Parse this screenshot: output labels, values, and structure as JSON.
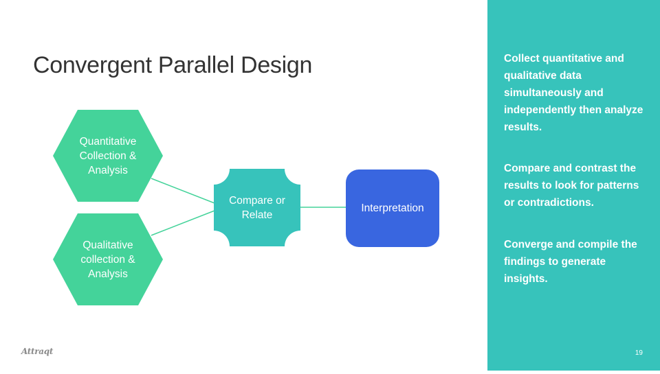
{
  "title": "Convergent Parallel Design",
  "diagram": {
    "nodes": {
      "quantitative": "Quantitative Collection & Analysis",
      "qualitative": "Qualitative collection & Analysis",
      "compare": "Compare or Relate",
      "interpretation": "Interpretation"
    },
    "colors": {
      "hexagon": "#44d39a",
      "compare": "#37c3bb",
      "interpretation": "#3966e0",
      "connector": "#44d39a"
    }
  },
  "side_panel": {
    "paragraphs": [
      "Collect quantitative and qualitative data simultaneously and independently then analyze results.",
      "Compare and contrast the results to look for patterns or contradictions.",
      "Converge and compile the findings to generate insights."
    ],
    "background": "#37c3bb"
  },
  "page_number": "19",
  "logo": "Attraqt"
}
